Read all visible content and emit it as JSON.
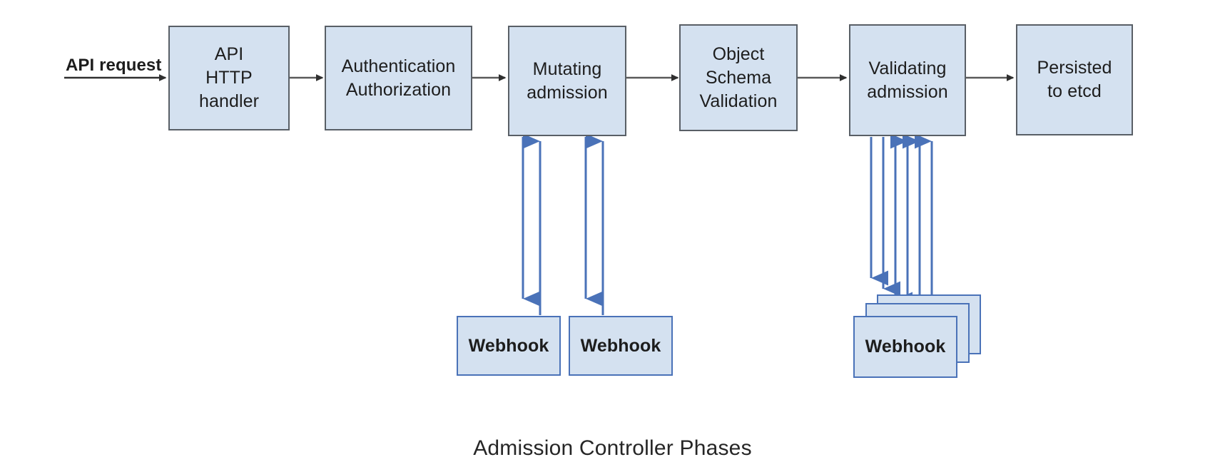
{
  "diagram": {
    "caption": "Admission Controller Phases",
    "entry_label": "API request",
    "colors": {
      "box_fill": "#d4e1f0",
      "box_border": "#595f66",
      "webhook_border": "#4a72b8",
      "flow_arrow": "#3f3f3f",
      "webhook_arrow": "#4a72b8",
      "background": "#ffffff",
      "text": "#1d1d1d"
    },
    "phases": [
      {
        "id": "api-http-handler",
        "lines": [
          "API",
          "HTTP",
          "handler"
        ],
        "text": "API\nHTTP\nhandler"
      },
      {
        "id": "authentication-authorization",
        "lines": [
          "Authentication",
          "Authorization"
        ],
        "text": "Authentication\nAuthorization"
      },
      {
        "id": "mutating-admission",
        "lines": [
          "Mutating",
          "admission"
        ],
        "text": "Mutating\nadmission"
      },
      {
        "id": "object-schema-validation",
        "lines": [
          "Object",
          "Schema",
          "Validation"
        ],
        "text": "Object\nSchema\nValidation"
      },
      {
        "id": "validating-admission",
        "lines": [
          "Validating",
          "admission"
        ],
        "text": "Validating\nadmission"
      },
      {
        "id": "persisted-to-etcd",
        "lines": [
          "Persisted",
          "to etcd"
        ],
        "text": "Persisted\nto etcd"
      }
    ],
    "webhooks": [
      {
        "id": "mutating-webhook-1",
        "label": "Webhook",
        "attached_to": "mutating-admission"
      },
      {
        "id": "mutating-webhook-2",
        "label": "Webhook",
        "attached_to": "mutating-admission"
      },
      {
        "id": "validating-webhook-stack",
        "label": "Webhook",
        "attached_to": "validating-admission",
        "stacked_copies": 3
      }
    ],
    "flow_arrows": [
      {
        "from": "api-request",
        "to": "api-http-handler"
      },
      {
        "from": "api-http-handler",
        "to": "authentication-authorization"
      },
      {
        "from": "authentication-authorization",
        "to": "mutating-admission"
      },
      {
        "from": "mutating-admission",
        "to": "object-schema-validation"
      },
      {
        "from": "object-schema-validation",
        "to": "validating-admission"
      },
      {
        "from": "validating-admission",
        "to": "persisted-to-etcd"
      }
    ],
    "webhook_arrows": [
      {
        "from": "mutating-admission",
        "to": "mutating-webhook-1",
        "direction": "down"
      },
      {
        "from": "mutating-webhook-1",
        "to": "mutating-admission",
        "direction": "up"
      },
      {
        "from": "mutating-admission",
        "to": "mutating-webhook-2",
        "direction": "down"
      },
      {
        "from": "mutating-webhook-2",
        "to": "mutating-admission",
        "direction": "up"
      },
      {
        "from": "validating-admission",
        "to": "validating-webhook-stack",
        "direction": "down"
      },
      {
        "from": "validating-webhook-stack",
        "to": "validating-admission",
        "direction": "up"
      }
    ]
  }
}
